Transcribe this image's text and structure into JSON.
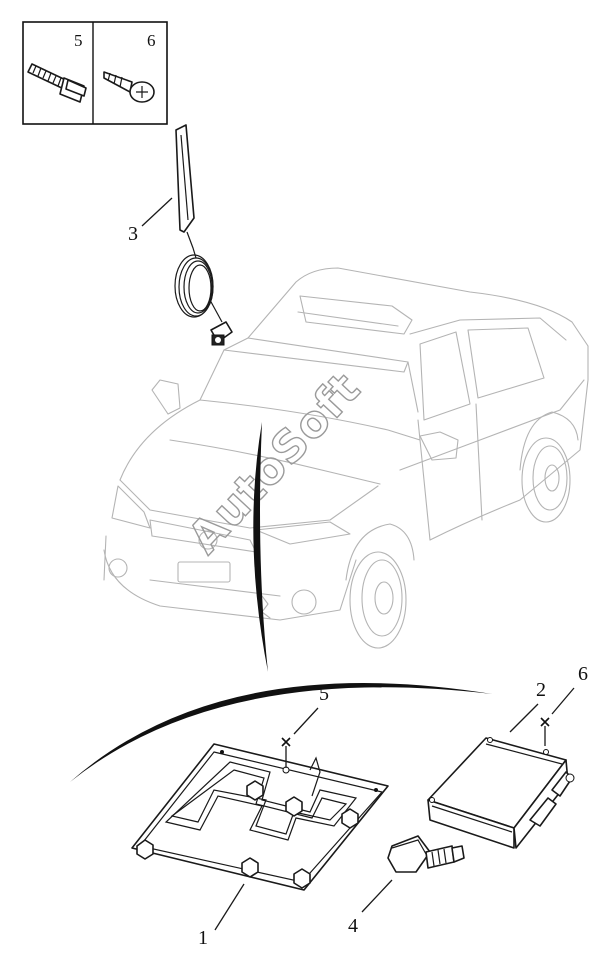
{
  "diagram": {
    "inset": {
      "labels": [
        "5",
        "6"
      ]
    },
    "callouts": {
      "item1": "1",
      "item2": "2",
      "item3": "3",
      "item4": "4",
      "item5": "5",
      "item6": "6"
    },
    "watermark": "AutoSoft"
  }
}
